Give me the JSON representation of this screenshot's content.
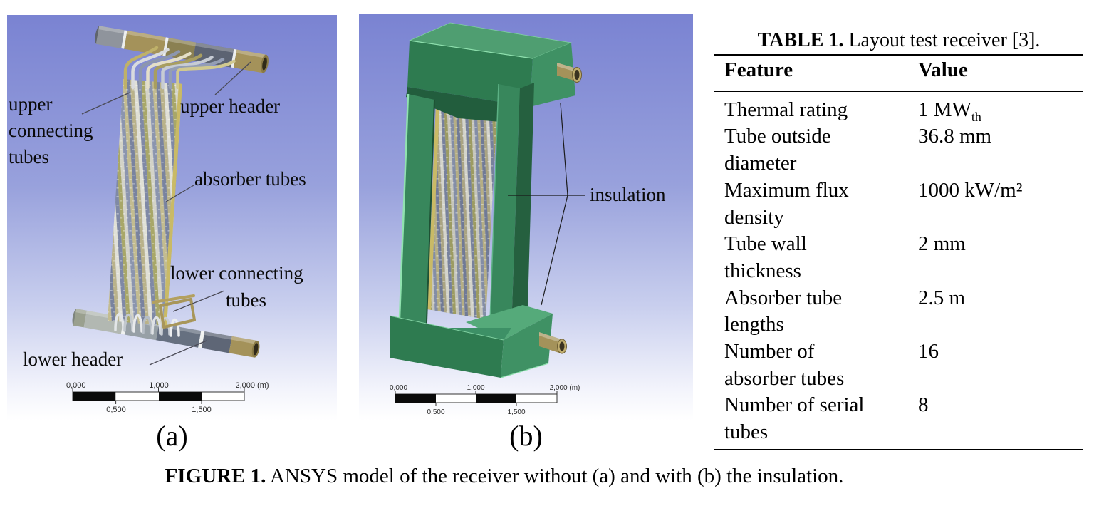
{
  "figure": {
    "caption_bold": "FIGURE 1.",
    "caption_rest": " ANSYS model of the receiver without (a) and with (b) the insulation."
  },
  "panel_a": {
    "tag": "(a)",
    "labels": {
      "upper_connecting_l1": "upper",
      "upper_connecting_l2": "connecting",
      "upper_connecting_l3": "tubes",
      "upper_header": "upper header",
      "absorber_tubes": "absorber tubes",
      "lower_connecting_l1": "lower connecting",
      "lower_connecting_l2": "tubes",
      "lower_header": "lower header"
    },
    "scale": {
      "t0": "0,000",
      "t1": "1,000",
      "t2": "2,000 (m)",
      "b0": "0,500",
      "b1": "1,500"
    }
  },
  "panel_b": {
    "tag": "(b)",
    "labels": {
      "insulation": "insulation"
    },
    "scale": {
      "t0": "0,000",
      "t1": "1,000",
      "t2": "2,000 (m)",
      "b0": "0,500",
      "b1": "1,500"
    }
  },
  "table": {
    "title_bold": "TABLE 1.",
    "title_rest": " Layout test receiver [3].",
    "columns": [
      "Feature",
      "Value"
    ],
    "rows": [
      {
        "feature": "Thermal rating",
        "value": "1 MW",
        "value_sub": "th"
      },
      {
        "feature": "Tube outside\ndiameter",
        "value": "36.8 mm"
      },
      {
        "feature": "Maximum flux\ndensity",
        "value": "1000 kW/m²"
      },
      {
        "feature": "Tube wall\nthickness",
        "value": "2 mm"
      },
      {
        "feature": "Absorber tube\nlengths",
        "value": "2.5 m"
      },
      {
        "feature": "Number of\nabsorber tubes",
        "value": "16"
      },
      {
        "feature": "Number of serial\ntubes",
        "value": "8"
      }
    ]
  },
  "colors": {
    "background_gradient_top": "#7a83d2",
    "insulation_green": "#2e7b50",
    "brass": "#a4925a",
    "header_dark": "#5c6372"
  }
}
